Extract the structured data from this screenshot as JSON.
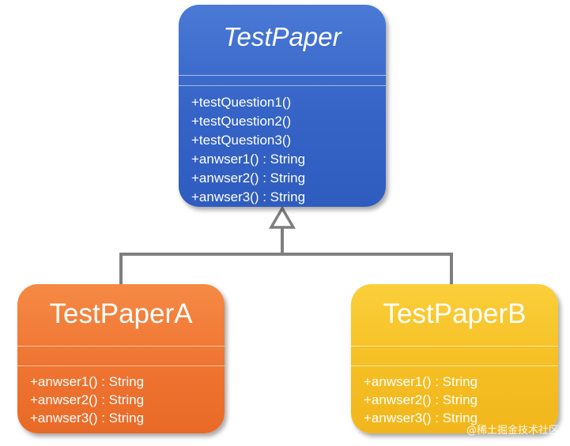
{
  "parent": {
    "name": "TestPaper",
    "methods": [
      "+testQuestion1()",
      "+testQuestion2()",
      "+testQuestion3()",
      "+anwser1() : String",
      "+anwser2() : String",
      "+anwser3() : String"
    ],
    "color": "#3a67c9"
  },
  "child_a": {
    "name": "TestPaperA",
    "methods": [
      "+anwser1() : String",
      "+anwser2() : String",
      "+anwser3() : String"
    ],
    "color": "#ef7431"
  },
  "child_b": {
    "name": "TestPaperB",
    "methods": [
      "+anwser1() : String",
      "+anwser2() : String",
      "+anwser3() : String"
    ],
    "color": "#f5bf24"
  },
  "connector_color": "#7f7f7f",
  "watermark": "@稀土掘金技术社区"
}
